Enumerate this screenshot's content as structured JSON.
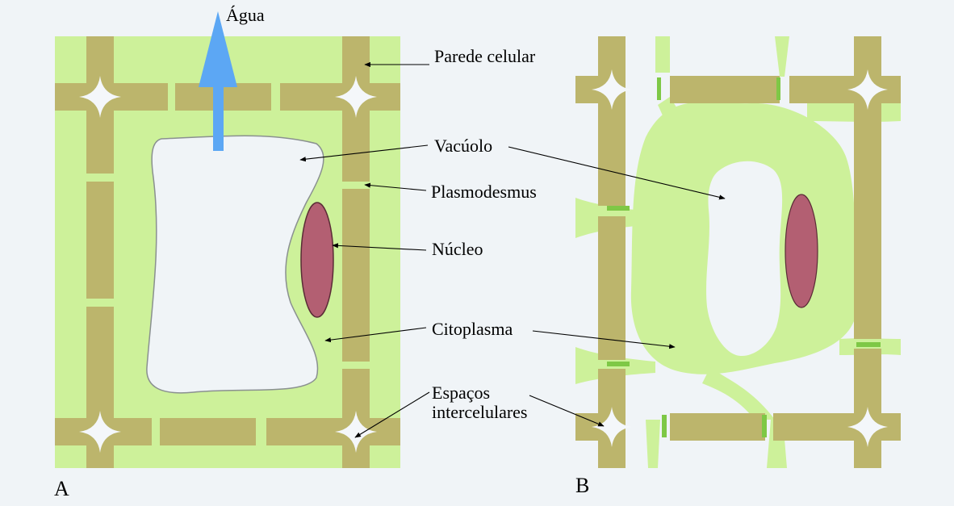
{
  "colors": {
    "background": "#f0f4f7",
    "cytoplasm": "#cdf19a",
    "cell_wall": "#bcb56c",
    "vacuole": "#f0f4f7",
    "nucleus": "#b35f72",
    "water_arrow": "#5ca7f4",
    "plasmodesma": "#7ec846"
  },
  "icons": {
    "water_arrow": "up-arrow-icon"
  },
  "labels": {
    "water": "Água",
    "cell_wall": "Parede celular",
    "vacuole": "Vacúolo",
    "plasmodesmus": "Plasmodesmus",
    "nucleus": "Núcleo",
    "cytoplasm": "Citoplasma",
    "intercellular_line1": "Espaços",
    "intercellular_line2": "intercelulares"
  },
  "panels": {
    "a": "A",
    "b": "B"
  }
}
